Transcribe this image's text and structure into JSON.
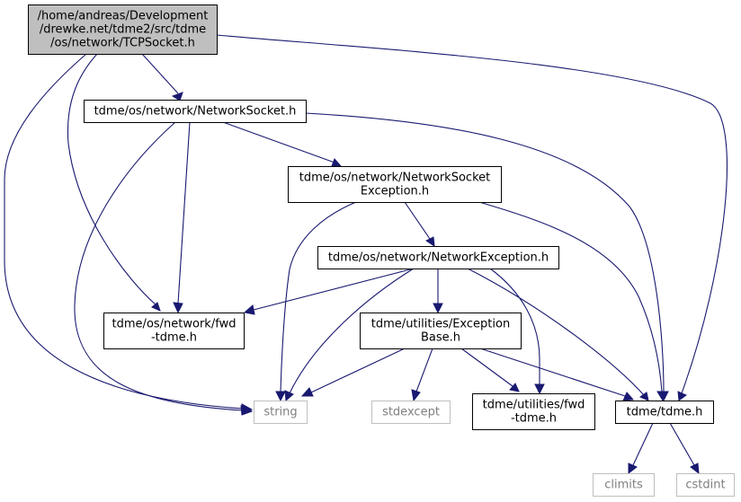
{
  "graph": {
    "edge_color": "#191970",
    "focus_fill": "#bfbfbf",
    "system_border": "#bfbfbf",
    "nodes": [
      {
        "id": "tcpsocket",
        "lines": [
          "/home/andreas/Development",
          "/drewke.net/tdme2/src/tdme",
          "/os/network/TCPSocket.h"
        ],
        "kind": "focus"
      },
      {
        "id": "networksocket",
        "lines": [
          "tdme/os/network/NetworkSocket.h"
        ],
        "kind": "normal"
      },
      {
        "id": "networksocketexception",
        "lines": [
          "tdme/os/network/NetworkSocket",
          "Exception.h"
        ],
        "kind": "normal"
      },
      {
        "id": "networkexception",
        "lines": [
          "tdme/os/network/NetworkException.h"
        ],
        "kind": "normal"
      },
      {
        "id": "fwd-network",
        "lines": [
          "tdme/os/network/fwd",
          "-tdme.h"
        ],
        "kind": "normal"
      },
      {
        "id": "exceptionbase",
        "lines": [
          "tdme/utilities/Exception",
          "Base.h"
        ],
        "kind": "normal"
      },
      {
        "id": "string",
        "lines": [
          "string"
        ],
        "kind": "system"
      },
      {
        "id": "stdexcept",
        "lines": [
          "stdexcept"
        ],
        "kind": "system"
      },
      {
        "id": "fwd-utilities",
        "lines": [
          "tdme/utilities/fwd",
          "-tdme.h"
        ],
        "kind": "normal"
      },
      {
        "id": "tdme",
        "lines": [
          "tdme/tdme.h"
        ],
        "kind": "normal"
      },
      {
        "id": "climits",
        "lines": [
          "climits"
        ],
        "kind": "system"
      },
      {
        "id": "cstdint",
        "lines": [
          "cstdint"
        ],
        "kind": "system"
      }
    ],
    "edges": [
      {
        "from": "tcpsocket",
        "to": "networksocket"
      },
      {
        "from": "tcpsocket",
        "to": "fwd-network"
      },
      {
        "from": "tcpsocket",
        "to": "string"
      },
      {
        "from": "tcpsocket",
        "to": "tdme"
      },
      {
        "from": "networksocket",
        "to": "networksocketexception"
      },
      {
        "from": "networksocket",
        "to": "fwd-network"
      },
      {
        "from": "networksocket",
        "to": "string"
      },
      {
        "from": "networksocket",
        "to": "tdme"
      },
      {
        "from": "networksocketexception",
        "to": "networkexception"
      },
      {
        "from": "networksocketexception",
        "to": "string"
      },
      {
        "from": "networksocketexception",
        "to": "tdme"
      },
      {
        "from": "networkexception",
        "to": "exceptionbase"
      },
      {
        "from": "networkexception",
        "to": "fwd-network"
      },
      {
        "from": "networkexception",
        "to": "string"
      },
      {
        "from": "networkexception",
        "to": "fwd-utilities"
      },
      {
        "from": "networkexception",
        "to": "tdme"
      },
      {
        "from": "exceptionbase",
        "to": "string"
      },
      {
        "from": "exceptionbase",
        "to": "stdexcept"
      },
      {
        "from": "exceptionbase",
        "to": "fwd-utilities"
      },
      {
        "from": "exceptionbase",
        "to": "tdme"
      },
      {
        "from": "tdme",
        "to": "climits"
      },
      {
        "from": "tdme",
        "to": "cstdint"
      }
    ]
  }
}
